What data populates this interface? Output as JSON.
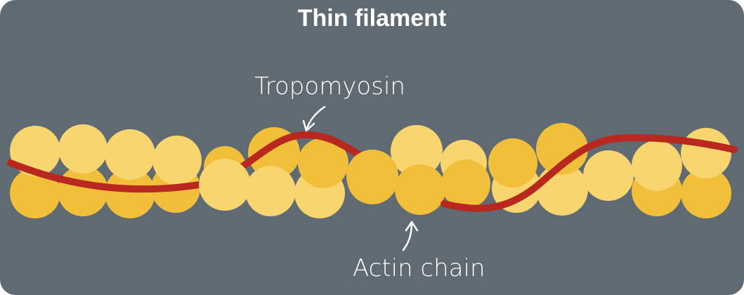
{
  "title": "Thin filament",
  "labels": {
    "tropomyosin": "Tropomyosin",
    "actin_chain": "Actin chain"
  },
  "colors": {
    "background": "#5f6a72",
    "actin_light": "#f7d56f",
    "actin_dark": "#f2bf3b",
    "tropomyosin": "#b8281e",
    "text": "#ffffff"
  }
}
